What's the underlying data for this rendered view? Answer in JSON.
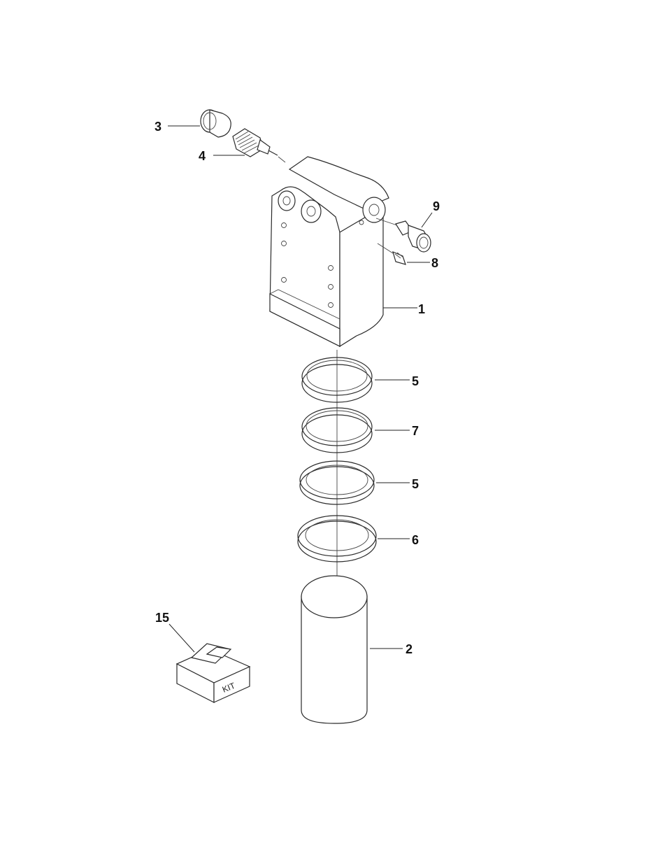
{
  "diagram": {
    "callouts": {
      "c1": "1",
      "c2": "2",
      "c3": "3",
      "c4": "4",
      "c5a": "5",
      "c5b": "5",
      "c6": "6",
      "c7": "7",
      "c8": "8",
      "c9": "9",
      "c15": "15"
    },
    "kit_box_label": "KIT"
  }
}
